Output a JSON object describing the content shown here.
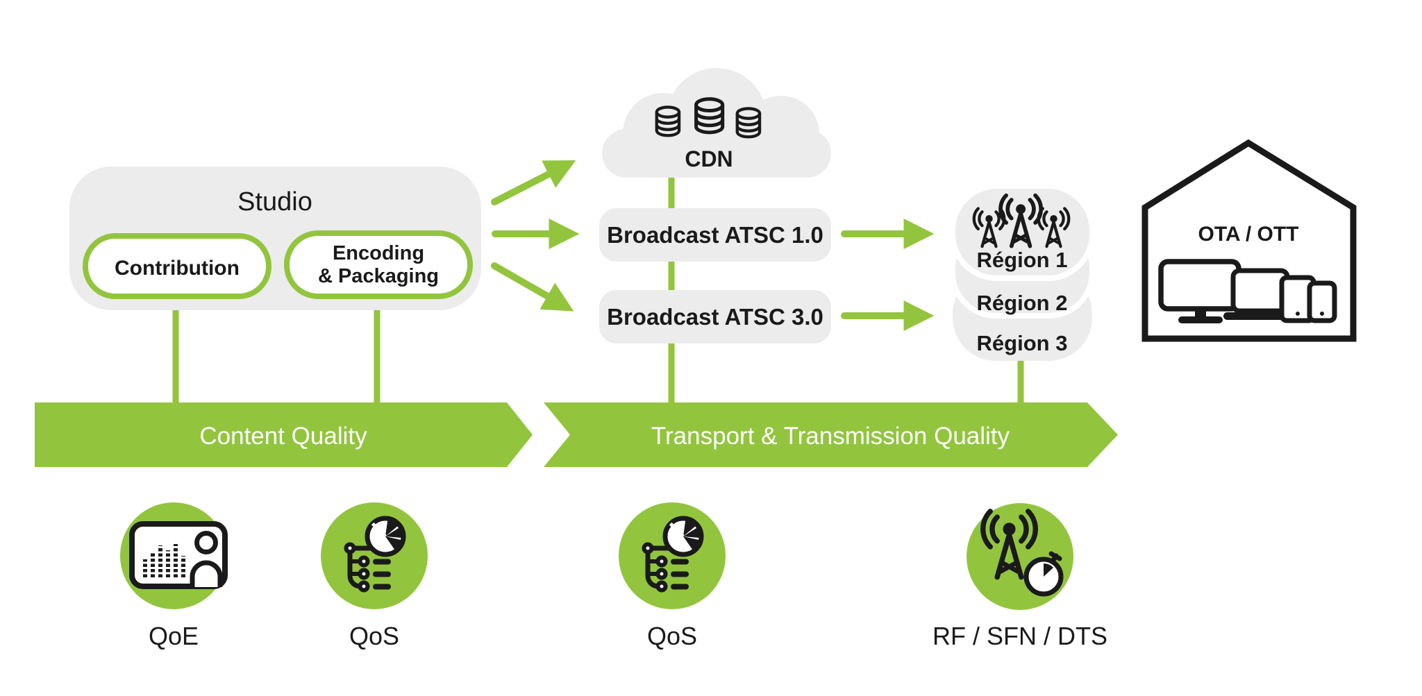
{
  "colors": {
    "green": "#92C53D",
    "gray": "#ECECEC",
    "ink": "#1A1A1A",
    "white": "#FFFFFF"
  },
  "studio": {
    "title": "Studio",
    "contribution": "Contribution",
    "encoding_line1": "Encoding",
    "encoding_line2": "& Packaging"
  },
  "cdn": {
    "label": "CDN",
    "icon": "database-icons"
  },
  "broadcast": {
    "atsc1": "Broadcast ATSC 1.0",
    "atsc3": "Broadcast ATSC 3.0"
  },
  "regions": {
    "r1": "Région 1",
    "r2": "Région 2",
    "r3": "Région 3",
    "icon": "broadcast-antenna-icons"
  },
  "home": {
    "label": "OTA / OTT",
    "icons": [
      "house-icon",
      "tv-icon",
      "laptop-icon",
      "tablet-icon",
      "phone-icon"
    ]
  },
  "banners": {
    "content": "Content Quality",
    "transport": "Transport & Transmission Quality"
  },
  "metrics": {
    "qoe": {
      "label": "QoE",
      "icon": "screen-person-icon"
    },
    "qos1": {
      "label": "QoS",
      "icon": "pie-list-icon"
    },
    "qos2": {
      "label": "QoS",
      "icon": "pie-list-icon"
    },
    "rf": {
      "label": "RF / SFN / DTS",
      "icon": "tower-stopwatch-icon"
    }
  }
}
